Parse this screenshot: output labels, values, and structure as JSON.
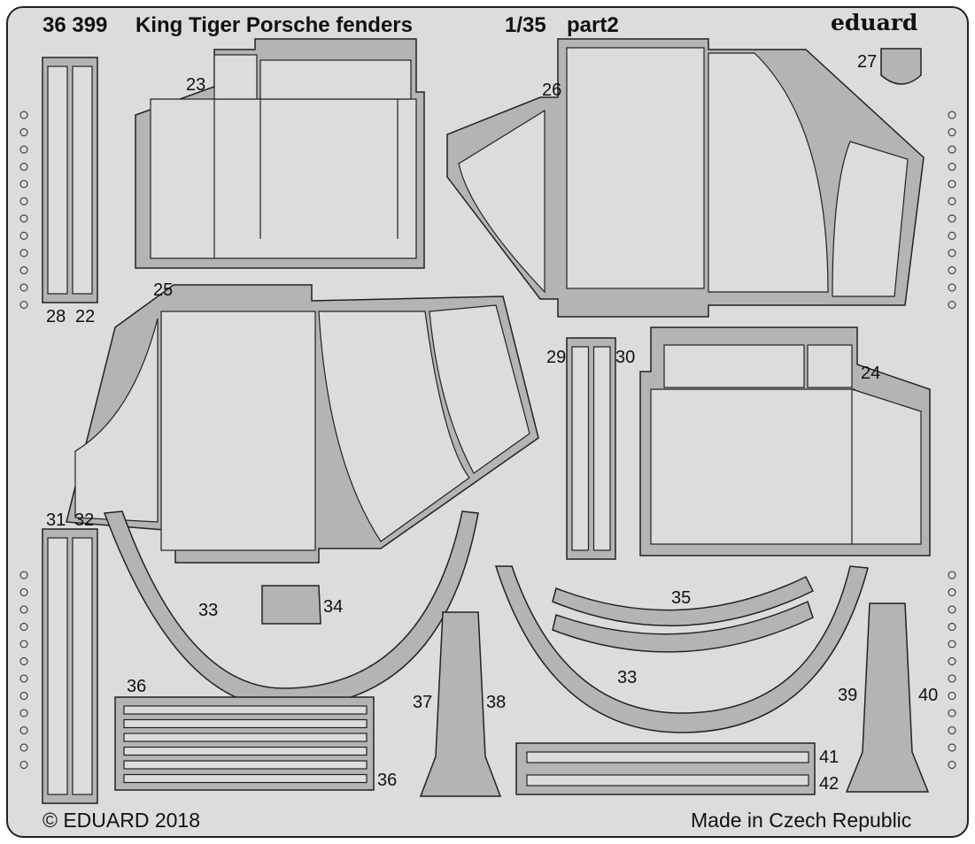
{
  "header": {
    "product_number": "36 399",
    "title": "King Tiger Porsche fenders",
    "scale": "1/35",
    "part": "part2",
    "brand": "eduard"
  },
  "footer": {
    "copyright": "© EDUARD 2018",
    "origin": "Made in Czech Republic"
  },
  "part_labels": {
    "p22": "22",
    "p23": "23",
    "p24": "24",
    "p25": "25",
    "p26": "26",
    "p27": "27",
    "p28": "28",
    "p29": "29",
    "p30": "30",
    "p31": "31",
    "p32": "32",
    "p33a": "33",
    "p33b": "33",
    "p34": "34",
    "p35": "35",
    "p36a": "36",
    "p36b": "36",
    "p37": "37",
    "p38": "38",
    "p39": "39",
    "p40": "40",
    "p41": "41",
    "p42": "42"
  },
  "colors": {
    "background": "#dcdcdc",
    "frame": "#b4b4b4",
    "outline": "#222222"
  }
}
